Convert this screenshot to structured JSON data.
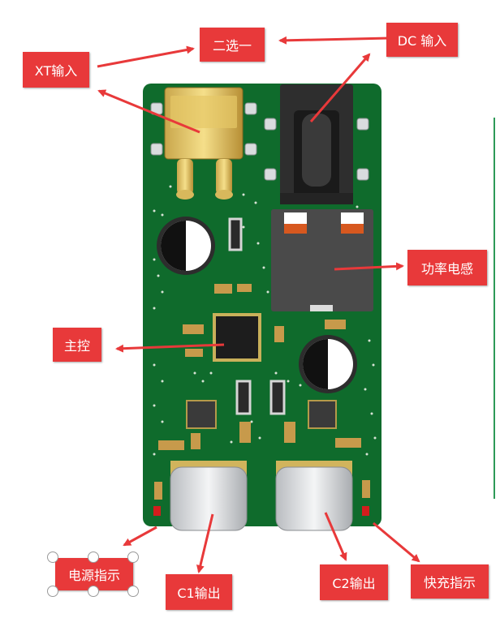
{
  "labels": {
    "xt_input": "XT输入",
    "select": "二选一",
    "dc_input": "DC 输入",
    "inductor": "功率电感",
    "mcu": "主控",
    "power_led": "电源指示",
    "c1_out": "C1输出",
    "c2_out": "C2输出",
    "fast_led": "快充指示"
  },
  "colors": {
    "label_bg": "#e8393a",
    "pcb": "#0f6b2c",
    "arrow": "#e8393a"
  }
}
